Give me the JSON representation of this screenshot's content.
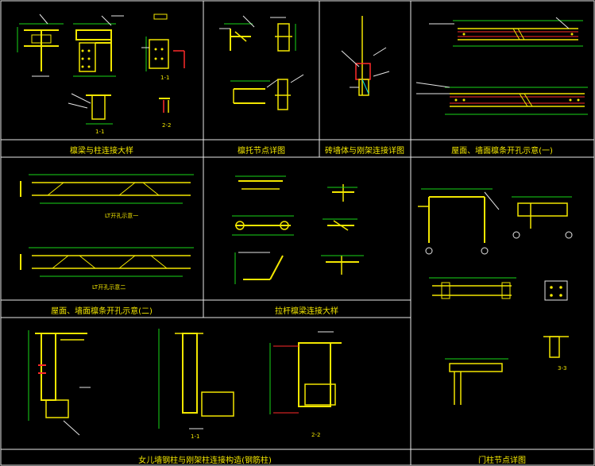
{
  "captions": {
    "p1": "檩梁与柱连接大样",
    "p2": "檩托节点详图",
    "p3": "砖墙体与刚架连接详图",
    "p4": "屋面、墙面檩条开孔示意(一)",
    "p5": "屋面、墙面檩条开孔示意(二)",
    "p6": "拉杆檩梁连接大样",
    "p7": "女儿墙钢柱与刚架柱连接构造(钢筋柱)",
    "p8": "门柱节点详图"
  },
  "sublabels": {
    "lt1": "LT开孔示意一",
    "lt2": "LT开孔示意二",
    "s11": "1-1",
    "s22": "2-2",
    "s33": "3-3"
  },
  "colors": {
    "frame": "#e8e8e8",
    "steel": "#f2e600",
    "dimension": "#19d619",
    "leader": "#e6e6e6",
    "accent": "#ff2a2a"
  }
}
